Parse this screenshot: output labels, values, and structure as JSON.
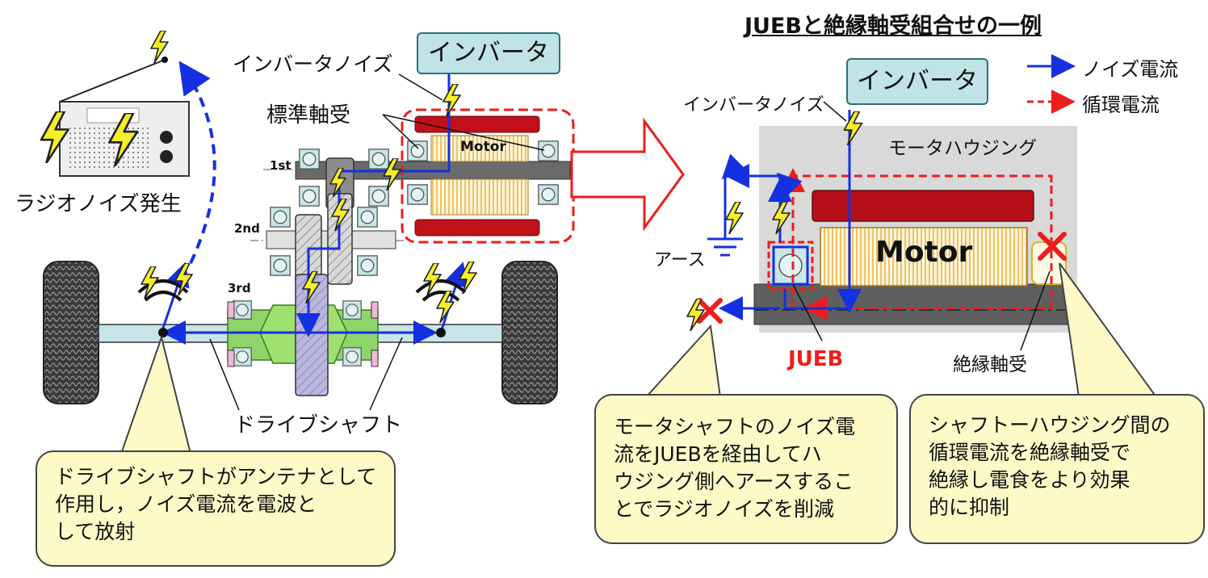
{
  "title": "JUEBと絶縁軸受組合せの一例",
  "legend": {
    "noise_current": "ノイズ電流",
    "circulating_current": "循環電流",
    "noise_color": "#1530e0",
    "circulating_color": "#ee1c1c"
  },
  "left_diagram": {
    "inverter": "インバータ",
    "inverter_noise": "インバータノイズ",
    "standard_bearing": "標準軸受",
    "motor": "Motor",
    "gear_1st": "1st",
    "gear_2nd": "2nd",
    "gear_3rd": "3rd",
    "radio_noise": "ラジオノイズ発生",
    "drive_shaft": "ドライブシャフト"
  },
  "right_diagram": {
    "inverter": "インバータ",
    "inverter_noise": "インバータノイズ",
    "motor_housing": "モータハウジング",
    "earth": "アース",
    "motor": "Motor",
    "jueb": "JUEB",
    "insulated_bearing": "絶縁軸受"
  },
  "callouts": {
    "left": [
      "ドライブシャフトがアンテナとして",
      "作用し，ノイズ電流を電波と",
      "して放射"
    ],
    "middle": [
      "モータシャフトのノイズ電",
      "流をJUEBを経由してハ",
      "ウジング側へアースするこ",
      "とでラジオノイズを削減"
    ],
    "right": [
      "シャフトーハウジング間の",
      "循環電流を絶縁軸受で",
      "絶縁し電食をより効果",
      "的に抑制"
    ]
  }
}
